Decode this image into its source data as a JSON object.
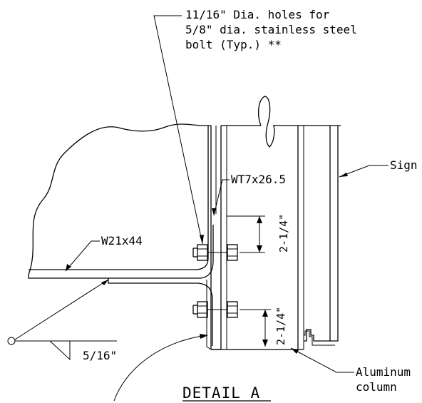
{
  "labels": {
    "holes_line1": "11/16\" Dia. holes for",
    "holes_line2": "5/8\" dia. stainless steel",
    "holes_line3": "bolt (Typ.) **",
    "wt": "WT7x26.5",
    "w21": "W21x44",
    "sign": "Sign",
    "aluminum_line1": "Aluminum",
    "aluminum_line2": "column",
    "weld": "5/16\"",
    "dim_upper": "2-1/4\"",
    "dim_lower": "2-1/4\"",
    "title": "DETAIL A"
  }
}
